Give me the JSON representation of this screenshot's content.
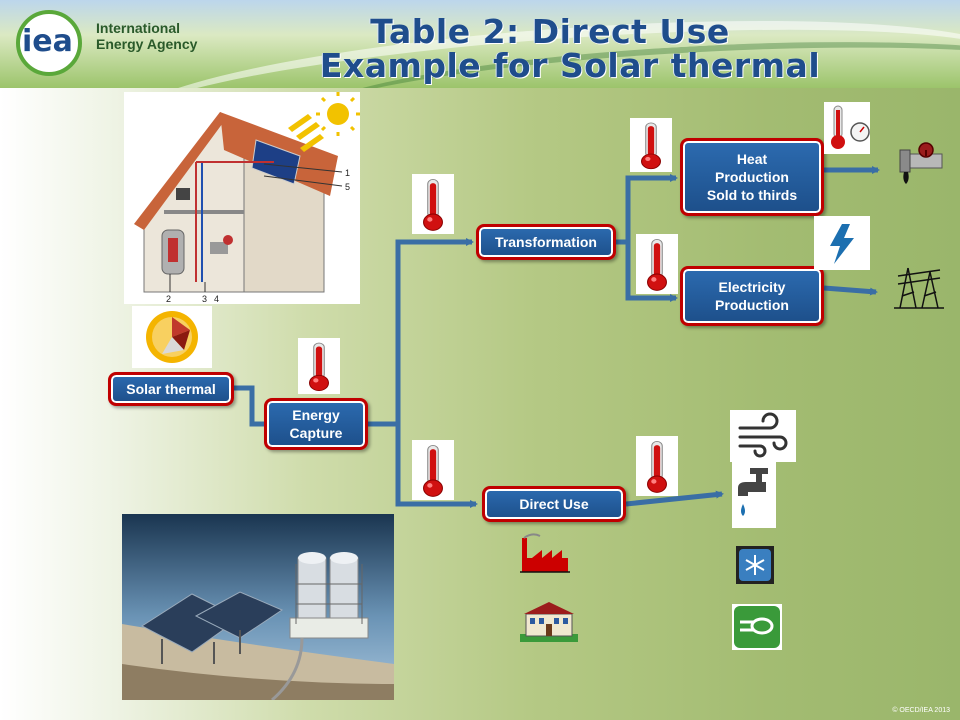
{
  "title": {
    "line1": "Table 2: Direct Use",
    "line2": "Example for Solar thermal"
  },
  "logo": {
    "mark": "iea",
    "org_name": "International Energy Agency"
  },
  "nodes": {
    "solar_thermal": "Solar thermal",
    "energy_capture": "Energy\nCapture",
    "transformation": "Transformation",
    "direct_use": "Direct Use",
    "heat_production": "Heat\nProduction\nSold to thirds",
    "electricity_production": "Electricity\nProduction"
  },
  "icons": {
    "thermometer": "thermometer-icon",
    "sun": "sun-icon",
    "heat_meter": "heat-meter-icon",
    "heat_pipe": "heat-pipe-icon",
    "lightning": "lightning-icon",
    "power_pylon": "power-pylon-icon",
    "wind": "wind-icon",
    "water_tap": "water-tap-icon",
    "cooling": "cooling-icon",
    "cooking_pot": "cooking-pot-icon",
    "factory": "factory-icon",
    "building": "building-icon"
  },
  "house_labels": {
    "l1": "1",
    "l5": "5",
    "l2": "2",
    "l3": "3",
    "l4": "4"
  },
  "colors": {
    "node_fill": "#1f5c9b",
    "node_border": "#c00000",
    "connector": "#3a6ea5",
    "title": "#1f4d8c",
    "thermometer_red": "#d01010"
  },
  "footer": {
    "copyright": "© OECD/IEA 2013"
  }
}
